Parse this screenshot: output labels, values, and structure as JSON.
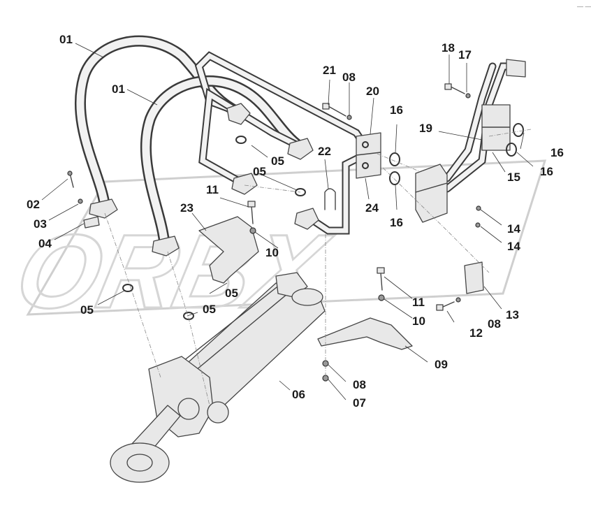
{
  "corner_mark": "— —",
  "labels": {
    "l01a": "01",
    "l01b": "01",
    "l02": "02",
    "l03": "03",
    "l04": "04",
    "l05a": "05",
    "l05b": "05",
    "l05c": "05",
    "l05d": "05",
    "l05e": "05",
    "l06": "06",
    "l07": "07",
    "l08a": "08",
    "l08b": "08",
    "l08c": "08",
    "l09": "09",
    "l10a": "10",
    "l10b": "10",
    "l11a": "11",
    "l11b": "11",
    "l12": "12",
    "l13": "13",
    "l14a": "14",
    "l14b": "14",
    "l15": "15",
    "l16a": "16",
    "l16b": "16",
    "l16c": "16",
    "l16d": "16",
    "l17": "17",
    "l18": "18",
    "l19": "19",
    "l20": "20",
    "l21": "21",
    "l22": "22",
    "l23": "23",
    "l24": "24"
  }
}
